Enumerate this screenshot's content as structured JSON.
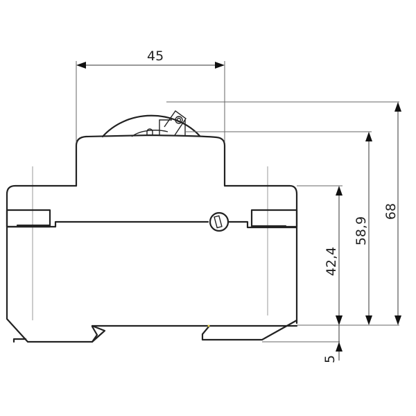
{
  "drawing": {
    "title": "Modular DIN-rail device side view with dimensions",
    "units": "mm",
    "line_color": "#222222",
    "dimensions": {
      "width_top": {
        "label": "45",
        "orientation": "horizontal"
      },
      "height_total": {
        "label": "68",
        "orientation": "vertical"
      },
      "height_cap": {
        "label": "58,9",
        "orientation": "vertical"
      },
      "height_body": {
        "label": "42,4",
        "orientation": "vertical"
      },
      "rail_offset": {
        "label": "5",
        "orientation": "vertical"
      }
    },
    "components": [
      "toggle-lever",
      "cap-housing",
      "main-body",
      "terminal-left",
      "terminal-right",
      "screw",
      "din-rail-clip"
    ]
  }
}
